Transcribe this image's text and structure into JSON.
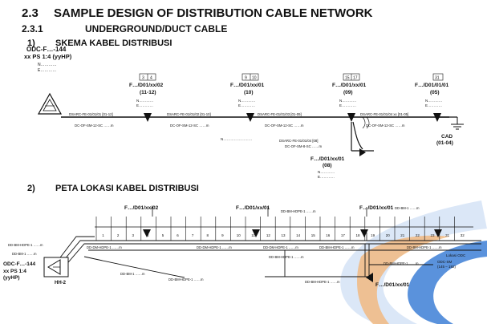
{
  "headings": {
    "section_number": "2.3",
    "section_title": "SAMPLE DESIGN OF DISTRIBUTION CABLE NETWORK",
    "subsection_number": "2.3.1",
    "subsection_title": "UNDERGROUND/DUCT  CABLE",
    "part1_number": "1)",
    "part1_title": "SKEMA KABEL DISTRIBUSI",
    "part2_number": "2)",
    "part2_title": "PETA LOKASI KABEL DISTRIBUSI"
  },
  "schema": {
    "odc_title": "ODC-F…-144",
    "odc_subtitle": "xx PS 1:4 (yyHP)",
    "n_label": "N…………",
    "e_label": "E…………",
    "taps": [
      {
        "ports": [
          "3",
          "4"
        ],
        "name": "F…/D01/xx/02",
        "sub": "(11-12)"
      },
      {
        "ports": [
          "9",
          "10"
        ],
        "name": "F…/D01/xx/01",
        "sub": "(10)"
      },
      {
        "ports": [
          "15",
          "17"
        ],
        "name": "F…/D01/xx/01",
        "sub": "(09)"
      },
      {
        "ports": [
          "31"
        ],
        "name": "F…/D01/01/01",
        "sub": "(05)"
      }
    ],
    "segments": [
      {
        "top": "DSARC-FE-01/01/01 [01-12]",
        "bottom": "DC-OF-SM-12-SC ……m"
      },
      {
        "top": "DSARC-FE-01/01/02 [01-10]",
        "bottom": "DC-OF-SM-12-SC ……m"
      },
      {
        "top": "DSARC-FE-01/01/03 [01-09]",
        "bottom": "DC-OF-SM-12-SC ……m"
      },
      {
        "top": "DSARC-FE-01/01/04 xx [01-05]",
        "bottom": "DC-OF-SM-12-SC ……m"
      }
    ],
    "branch_cable_top": "DSARC-FE-01/01/04 [08]",
    "branch_cable_bottom": "DC-OF-SM-8-SC ……m",
    "branch_node_name": "F…/D01/xx/01",
    "branch_node_sub": "(08)",
    "mid_n": "N……………………",
    "cad_name": "CAD",
    "cad_sub": "(01-04)"
  },
  "map": {
    "odc_title": "ODC-F…-144",
    "odc_subtitle": "xx PS 1:4",
    "odc_subtitle2": "(yyHP)",
    "hh_label": "HH-2",
    "top_tap_1": "F…/D01/xx/02",
    "top_tap_2": "F…/D01/xx/01",
    "top_tap_3": "F…/D01/xx/01",
    "bottom_tap": "F…/D01/xx/01",
    "house_numbers": [
      "1",
      "2",
      "3",
      "4",
      "5",
      "6",
      "7",
      "8",
      "9",
      "10",
      "11",
      "12",
      "13",
      "14",
      "15",
      "16",
      "17",
      "18",
      "19",
      "20",
      "21",
      "22",
      "23",
      "31",
      "32"
    ],
    "labels": [
      "DD-BM-HDPE-1 ……m",
      "DD-BM-1 ……m",
      "DD-DM-HDPE-1 ……m",
      "DD-DM-HDPE-1 ……m",
      "DD-BM-HDPE-1 ……m",
      "DD-DM-HDPE-1 ……m",
      "DD-BM-1 ……m",
      "DD-BM-HDPE-1 ……m",
      "DD-BM-HDPE-1 ……m",
      "DD-BM-HDPE-1 ……m",
      "DD-BM-HDPE-1 ……m",
      "DD-BM-HDPE-1 ……m",
      "DD-BM-1 ……m",
      "DD-BM-HDPE-1 ……m"
    ],
    "odc_sm_label": "ODC-SM",
    "odc_sm_sub": "(145 – 192)",
    "lokasi_label": "Lokasi ODC"
  },
  "colors": {
    "wave_blue": "#3d7fd6",
    "wave_orange": "#f3b679",
    "wave_light": "#dbe7f7",
    "line": "#111111"
  }
}
